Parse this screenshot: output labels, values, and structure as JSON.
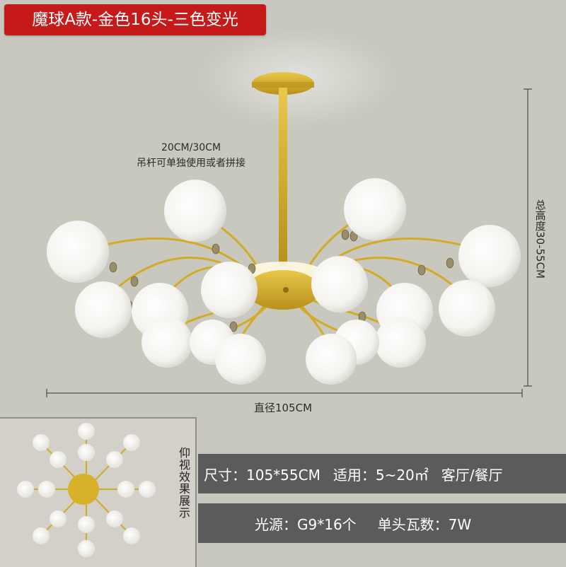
{
  "badge": {
    "text": "魔球A款-金色16头-三色变光",
    "color": "#c61a1a"
  },
  "rod_note": {
    "line1": "20CM/30CM",
    "line2": "吊杆可单独使用或者拼接"
  },
  "dimensions": {
    "height_label": "总高度30-55CM",
    "diameter_label": "直径105CM"
  },
  "inset": {
    "label": "仰视效果展示"
  },
  "specs": {
    "size": "尺寸：105*55CM",
    "area": "适用：5~20㎡",
    "rooms": "客厅/餐厅",
    "source": "光源：G9*16个",
    "wattage": "单头瓦数：7W"
  },
  "colors": {
    "background": "#c9c8bf",
    "gold": "#d8b12a",
    "spec_bar": "#5b5b5b"
  }
}
